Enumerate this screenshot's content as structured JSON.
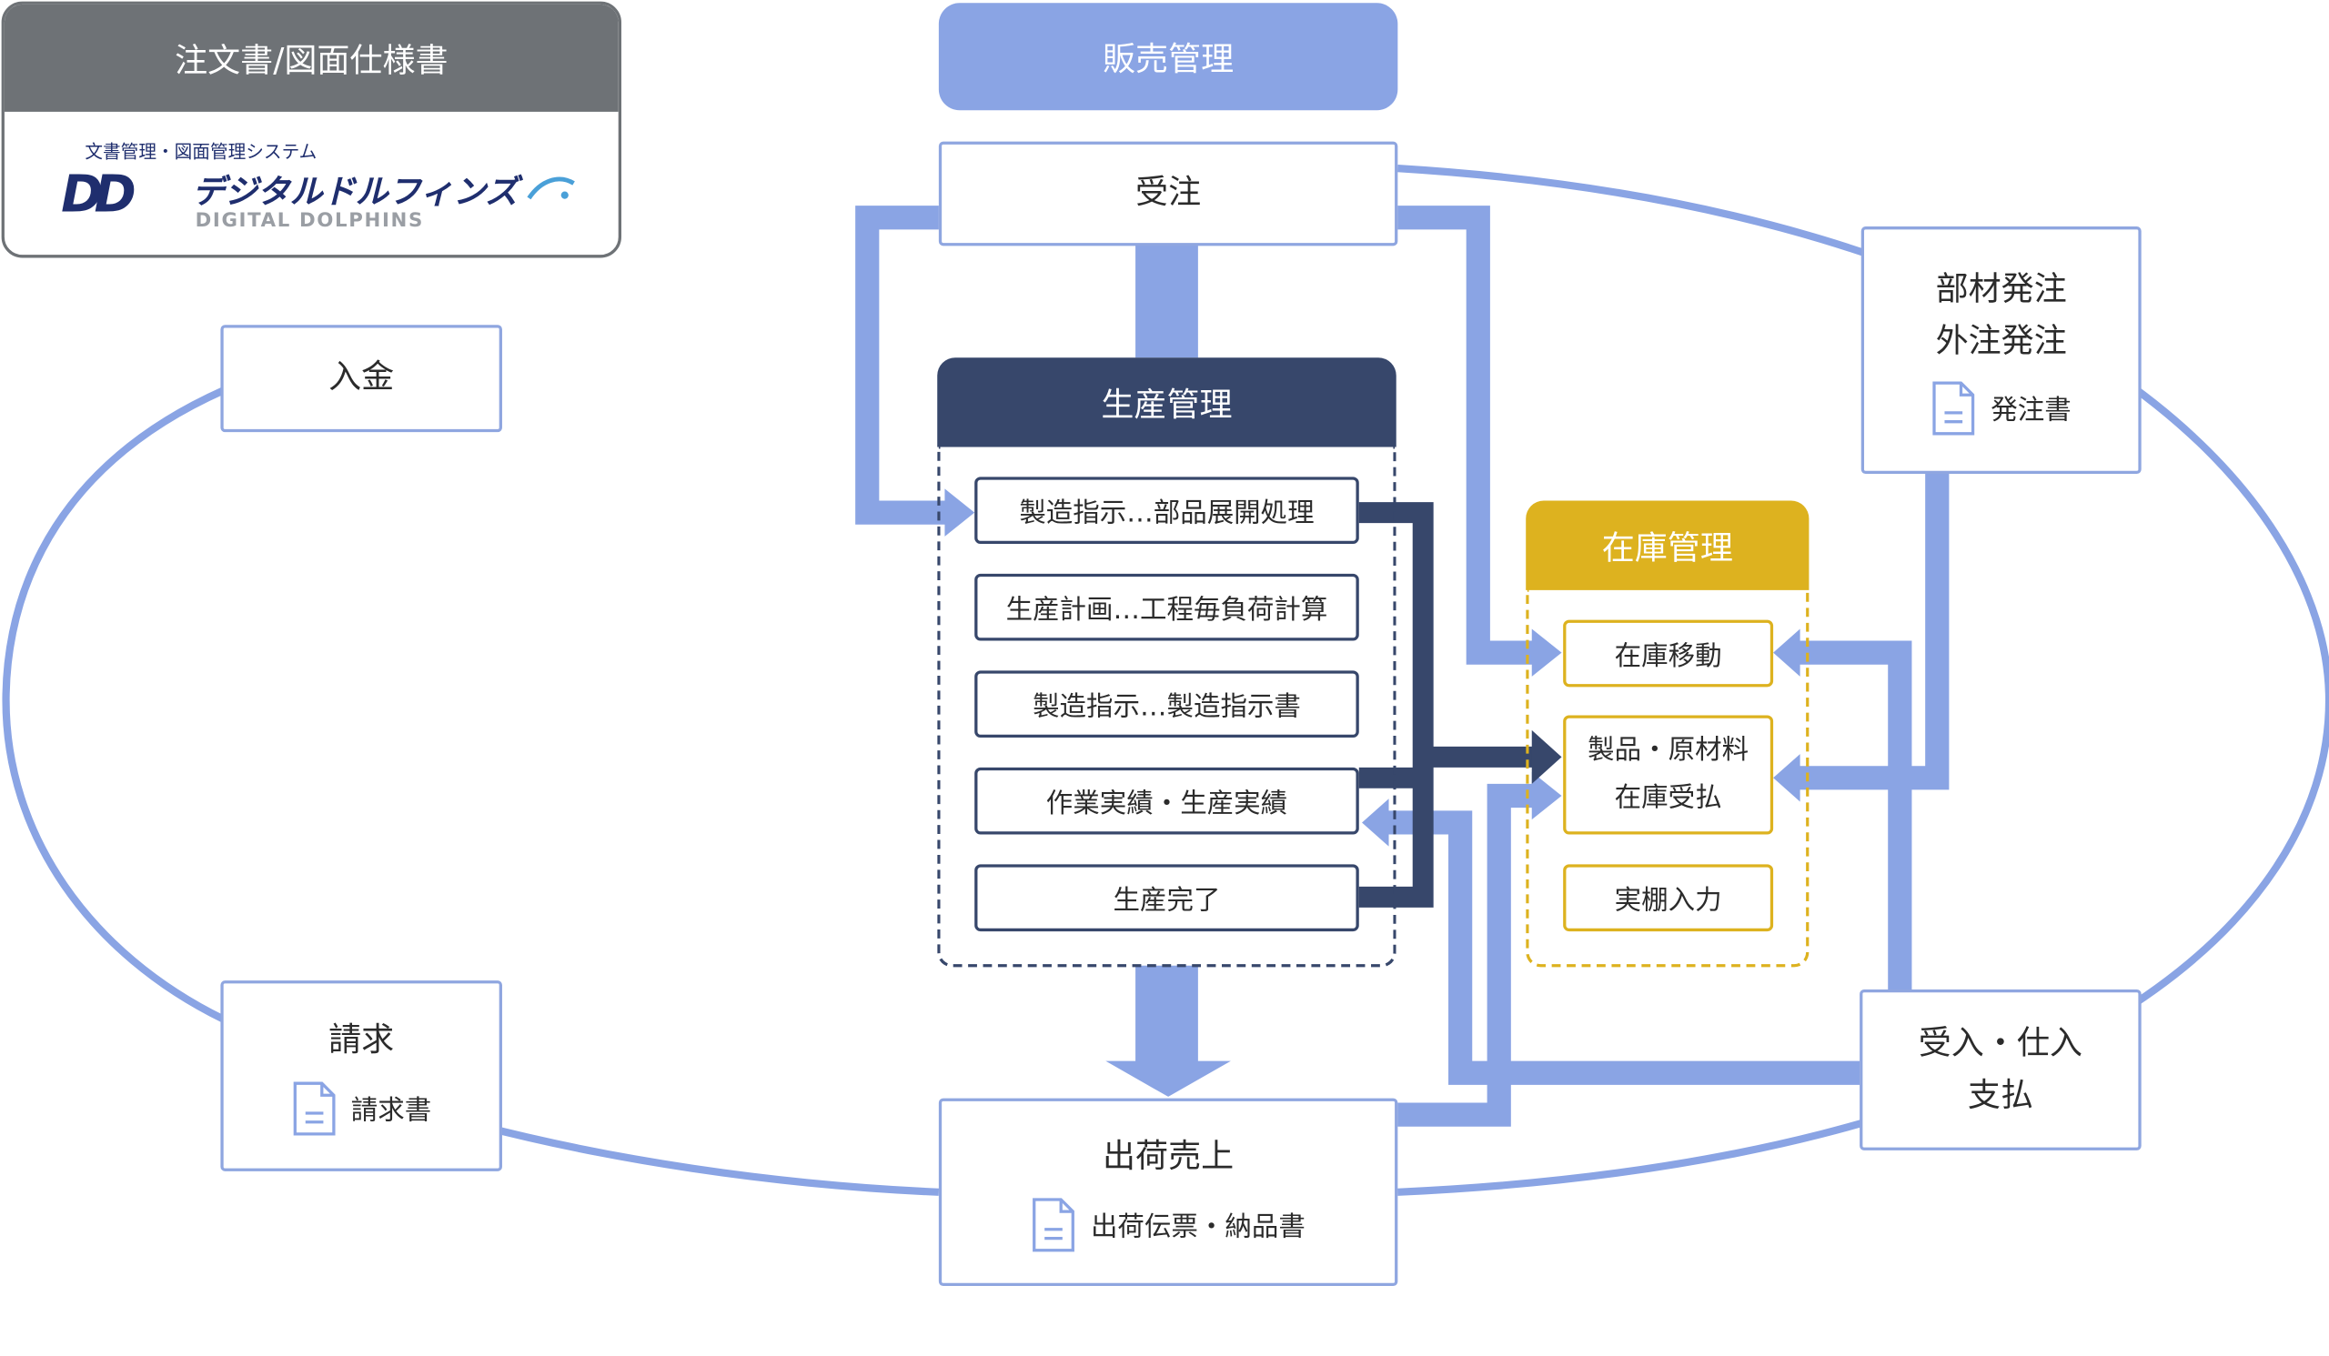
{
  "doc_spec": {
    "title": "注文書/図面仕様書",
    "logo_caption": "文書管理・図面管理システム",
    "logo_name_jp": "デジタルドルフィンズ",
    "logo_name_en": "DIGITAL DOLPHINS",
    "logo_mark": "DD"
  },
  "sales": {
    "title": "販売管理"
  },
  "order_received": {
    "label": "受注"
  },
  "production": {
    "title": "生産管理",
    "items": [
      "製造指示…部品展開処理",
      "生産計画…工程毎負荷計算",
      "製造指示…製造指示書",
      "作業実績・生産実績",
      "生産完了"
    ]
  },
  "inventory": {
    "title": "在庫管理",
    "items": [
      "在庫移動",
      "製品・原材料",
      "在庫受払",
      "実棚入力"
    ]
  },
  "purchase_order": {
    "line1": "部材発注",
    "line2": "外注発注",
    "doc": "発注書"
  },
  "receiving": {
    "line1": "受入・仕入",
    "line2": "支払"
  },
  "shipping": {
    "label": "出荷売上",
    "doc": "出荷伝票・納品書"
  },
  "billing": {
    "label": "請求",
    "doc": "請求書"
  },
  "payment": {
    "label": "入金"
  },
  "colors": {
    "blue_light": "#8aa4e4",
    "box_border": "#8fa6e0",
    "navy": "#37476b",
    "gold": "#ddb21f",
    "gray_header": "#6e7276"
  }
}
